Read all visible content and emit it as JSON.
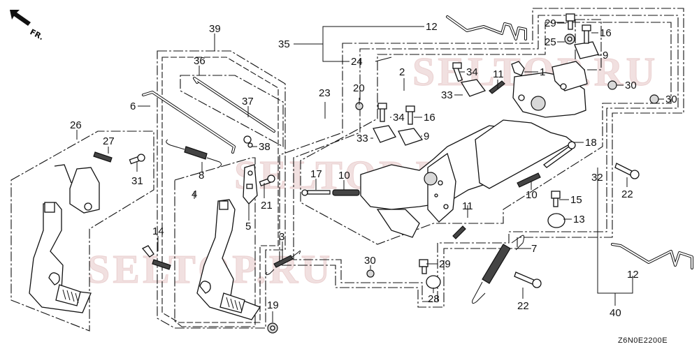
{
  "direction_marker": {
    "label": "FR.",
    "icon": "front-direction-arrow-icon"
  },
  "diagram_code": "Z6N0E2200E",
  "watermark": "SELTOP.RU",
  "callouts": {
    "c1": "1",
    "c2": "2",
    "c3": "3",
    "c4": "4",
    "c5": "5",
    "c6": "6",
    "c7": "7",
    "c8": "8",
    "c9a": "9",
    "c9b": "9",
    "c10a": "10",
    "c10b": "10",
    "c11a": "11",
    "c11b": "11",
    "c12a": "12",
    "c12b": "12",
    "c13": "13",
    "c14": "14",
    "c15": "15",
    "c16a": "16",
    "c16b": "16",
    "c17": "17",
    "c18": "18",
    "c19": "19",
    "c20": "20",
    "c21": "21",
    "c22a": "22",
    "c22b": "22",
    "c23": "23",
    "c24": "24",
    "c25": "25",
    "c26": "26",
    "c27": "27",
    "c28": "28",
    "c29a": "29",
    "c29b": "29",
    "c30a": "30",
    "c30b": "30",
    "c30c": "30",
    "c31": "31",
    "c32": "32",
    "c33a": "33",
    "c33b": "33",
    "c34a": "34",
    "c34b": "34",
    "c35": "35",
    "c36": "36",
    "c37": "37",
    "c38": "38",
    "c39": "39",
    "c40": "40"
  }
}
